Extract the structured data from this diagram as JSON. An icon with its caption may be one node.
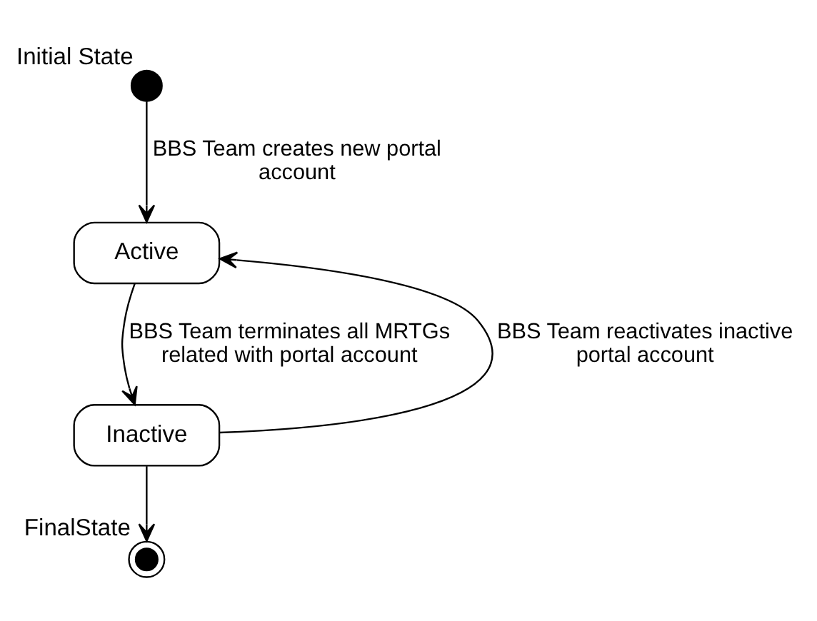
{
  "diagram": {
    "nodes": [
      {
        "text": [],
        "shape": "circle",
        "beside": [
          "Initial State"
        ]
      },
      {
        "text": [
          "Active"
        ]
      },
      {
        "text": [
          "Inactive"
        ]
      },
      {
        "text": [],
        "shape": "circle",
        "beside": [
          "FinalState"
        ]
      }
    ],
    "edges": [
      {
        "from": 0,
        "to": 1,
        "arrow": "to",
        "label": "BBS Team creates new portal account"
      },
      {
        "from": 1,
        "to": 2,
        "arrow": "to",
        "label": "BBS Team terminates all MRTGs related with portal account"
      },
      {
        "from": 2,
        "to": 1,
        "arrow": "to",
        "label": "BBS Team reactivates inactive portal account"
      },
      {
        "from": 2,
        "to": 3,
        "arrow": "to"
      }
    ]
  }
}
